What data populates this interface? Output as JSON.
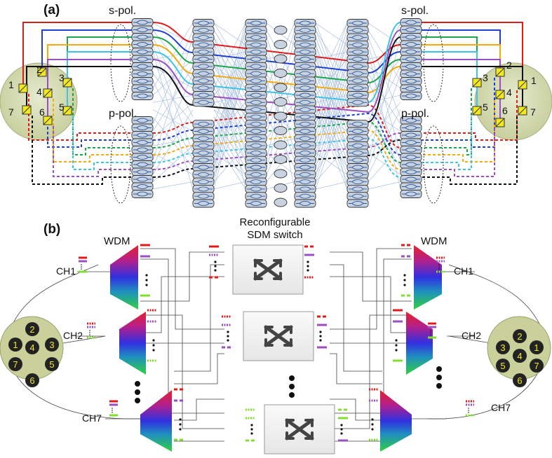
{
  "panel_a": {
    "label": "(a)",
    "pol_left_top": "s-pol.",
    "pol_left_bottom": "p-pol.",
    "pol_right_top": "s-pol.",
    "pol_right_bottom": "p-pol.",
    "core_numbers": [
      "1",
      "2",
      "3",
      "4",
      "5",
      "6",
      "7"
    ]
  },
  "panel_b": {
    "label": "(b)",
    "switch_title_line1": "Reconfigurable",
    "switch_title_line2": "SDM switch",
    "wdm_left": "WDM",
    "wdm_right": "WDM",
    "ch1_left": "CH1",
    "ch2_left": "CH2",
    "ch7_left": "CH7",
    "ch1_right": "CH1",
    "ch2_right": "CH2",
    "ch7_right": "CH7",
    "fiber_left_cores": [
      "1",
      "2",
      "3",
      "4",
      "7",
      "6",
      "5"
    ],
    "fiber_right_cores": [
      "2",
      "3",
      "1",
      "4",
      "5",
      "7",
      "6"
    ]
  },
  "colors": {
    "red": "#e11a1a",
    "blue": "#1f3fd1",
    "green": "#1aa64b",
    "orange": "#f5a90a",
    "cyan": "#3cc3e8",
    "purple": "#9a4fc2",
    "black": "#111111",
    "lime": "#7fe030",
    "fiber_fill": "#d6dcb0",
    "mzi_fill": "#c9d3df",
    "pbs_fill": "#f2e81e"
  }
}
